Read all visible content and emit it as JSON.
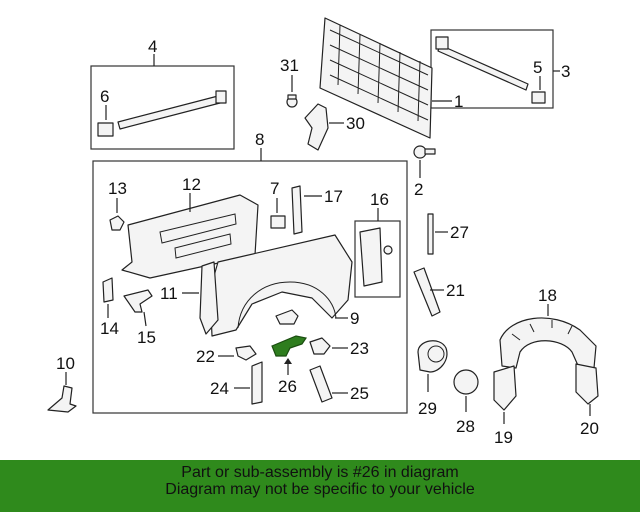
{
  "callouts": {
    "c1": "1",
    "c2": "2",
    "c3": "3",
    "c4": "4",
    "c5": "5",
    "c6": "6",
    "c7": "7",
    "c8": "8",
    "c9": "9",
    "c10": "10",
    "c11": "11",
    "c12": "12",
    "c13": "13",
    "c14": "14",
    "c15": "15",
    "c16": "16",
    "c17": "17",
    "c18": "18",
    "c19": "19",
    "c20": "20",
    "c21": "21",
    "c22": "22",
    "c23": "23",
    "c24": "24",
    "c25": "25",
    "c26": "26",
    "c27": "27",
    "c28": "28",
    "c29": "29",
    "c30": "30",
    "c31": "31"
  },
  "highlighted_part": "26",
  "highlight_color": "#2e7d1e",
  "banner": {
    "line1": "Part or sub-assembly is #26 in diagram",
    "line2": "Diagram may not be specific to your vehicle",
    "background": "#2f8a1c"
  }
}
